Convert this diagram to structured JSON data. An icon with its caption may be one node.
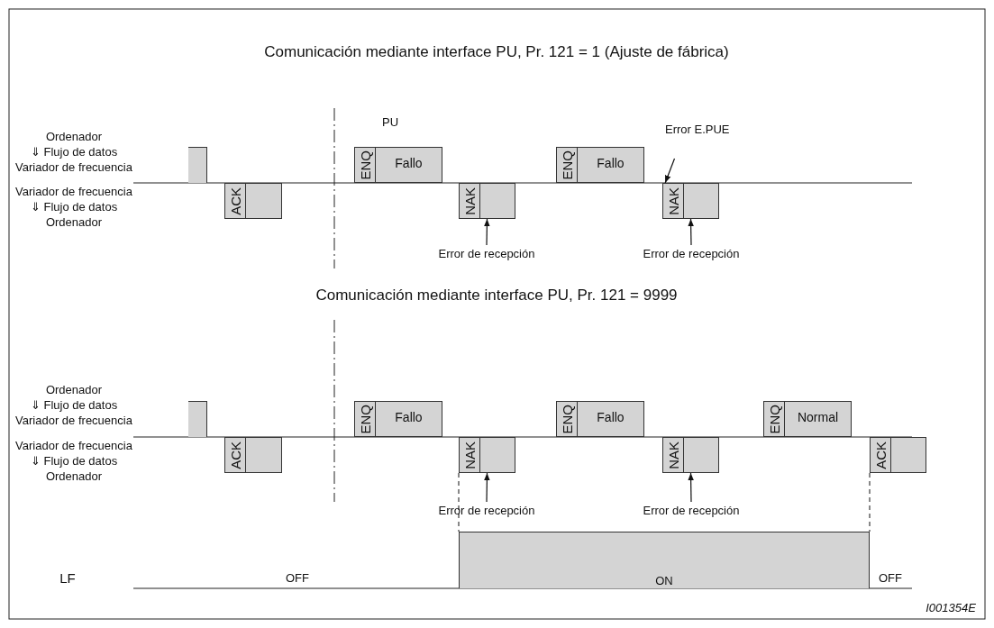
{
  "diagram": {
    "nodes": [
      {
        "text": [],
        "shape": "box"
      },
      {
        "text": [
          "ACK"
        ]
      },
      {
        "text": [
          "ENQ",
          "Fallo"
        ]
      },
      {
        "text": [
          "NAK"
        ]
      },
      {
        "text": [
          "ENQ",
          "Fallo"
        ]
      },
      {
        "text": [
          "Error E.PUE"
        ]
      },
      {
        "text": [
          "NAK"
        ]
      },
      {
        "text": [
          "Error de recepción"
        ]
      },
      {
        "text": [
          "Error de recepción"
        ]
      },
      {
        "text": [],
        "shape": "box"
      },
      {
        "text": [
          "ACK"
        ]
      },
      {
        "text": [
          "ENQ",
          "Fallo"
        ]
      },
      {
        "text": [
          "NAK"
        ]
      },
      {
        "text": [
          "ENQ",
          "Fallo"
        ]
      },
      {
        "text": [
          "NAK"
        ]
      },
      {
        "text": [
          "ENQ",
          "Normal"
        ]
      },
      {
        "text": [
          "ACK"
        ]
      },
      {
        "text": [
          "Error de recepción"
        ]
      },
      {
        "text": [
          "Error de recepción"
        ]
      },
      {
        "text": [
          "ON"
        ]
      }
    ],
    "edges": [
      {
        "from": 5,
        "to": 6,
        "arrow": "to"
      },
      {
        "from": 7,
        "to": 3,
        "arrow": "to"
      },
      {
        "from": 8,
        "to": 6,
        "arrow": "to"
      },
      {
        "from": 17,
        "to": 12,
        "arrow": "to"
      },
      {
        "from": 18,
        "to": 14,
        "arrow": "to"
      },
      {
        "from": 12,
        "to": 19,
        "arrow": "none",
        "style": "dashed"
      },
      {
        "from": 16,
        "to": 19,
        "arrow": "none",
        "style": "dashed"
      }
    ],
    "labels": [
      "Comunicación mediante interface PU, Pr. 121 = 1 (Ajuste de fábrica)",
      "PU",
      "Ordenador",
      "⇓ Flujo de datos",
      "Variador de frecuencia",
      "Variador de frecuencia",
      "⇓ Flujo de datos",
      "Ordenador",
      "Comunicación mediante interface PU, Pr. 121 = 9999",
      "Ordenador",
      "⇓ Flujo de datos",
      "Variador de frecuencia",
      "Variador de frecuencia",
      "⇓ Flujo de datos",
      "Ordenador",
      "LF",
      "OFF",
      "OFF",
      "I001354E"
    ]
  }
}
